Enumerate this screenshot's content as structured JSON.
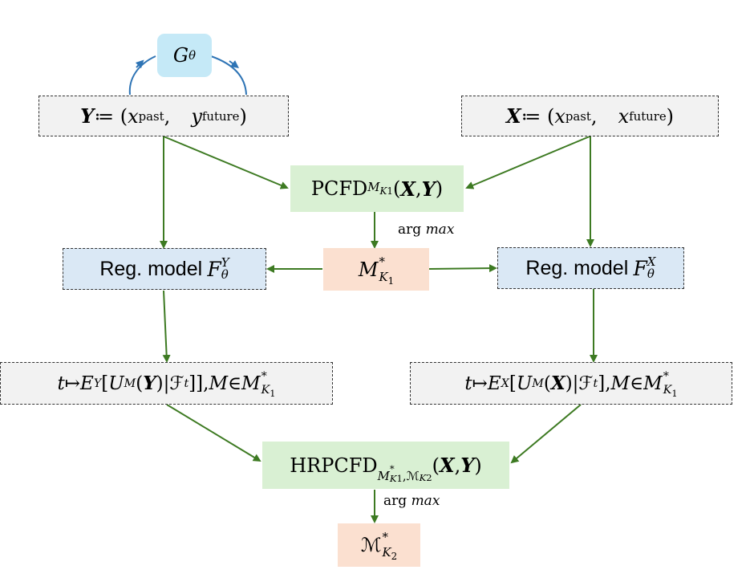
{
  "diagram": {
    "g_theta": {
      "base": "G",
      "sub": "θ"
    },
    "y_def": {
      "var": "Y",
      "assign": " ≔ (",
      "x": "x",
      "x_sub": "past",
      "sep": ",",
      "y": "y",
      "y_sub": "future",
      "close": ")"
    },
    "x_def": {
      "var": "X",
      "assign": " ≔ (",
      "x": "x",
      "x_sub": "past",
      "sep": ",",
      "y": "x",
      "y_sub": "future",
      "close": ")"
    },
    "pcfd": {
      "name": "PCFD",
      "sub_m": "M",
      "sub_k": "K",
      "sub_1": "1",
      "open": " (",
      "a": "X",
      "comma": ", ",
      "b": "Y",
      "close": ")"
    },
    "argmax_1": {
      "arg": "arg",
      "max": "max"
    },
    "m_star": {
      "base": "M",
      "sup": "*",
      "sub_k": "K",
      "sub_1": "1"
    },
    "reg_y": {
      "label": "Reg. model",
      "F": "F",
      "sup": "Y",
      "sub": "θ"
    },
    "reg_x": {
      "label": "Reg. model",
      "F": "F",
      "sup": "X",
      "sub": "θ"
    },
    "cond_y": {
      "t": "t",
      "mapsto": " ↦ ",
      "E": "E",
      "E_sub": "Y",
      "lb": "[",
      "U": "U",
      "U_sub": "M",
      "arg_open": "(",
      "arg": "Y",
      "arg_close": ")",
      "bar": "|",
      "F": "ℱ",
      "F_sub": "t",
      "rb": "]], ",
      "M": "M",
      "in": " ∈ ",
      "M2": "M",
      "M2_sup": "*",
      "M2_sub_k": "K",
      "M2_sub_1": "1"
    },
    "cond_x": {
      "t": "t",
      "mapsto": " ↦ ",
      "E": "E",
      "E_sub": "X",
      "lb": "[",
      "U": "U",
      "U_sub": "M",
      "arg_open": "(",
      "arg": "X",
      "arg_close": ")",
      "bar": "|",
      "F": "ℱ",
      "F_sub": "t",
      "rb": "], ",
      "M": "M",
      "in": " ∈ ",
      "M2": "M",
      "M2_sup": "*",
      "M2_sub_k": "K",
      "M2_sub_1": "1"
    },
    "hrpcfd": {
      "name": "HRPCFD",
      "s1": "M",
      "s1_sup": "*",
      "s1_k": "K",
      "s1_1": "1",
      "s_comma": ",",
      "s2": "ℳ",
      "s2_k": "K",
      "s2_2": "2",
      "open": " (",
      "a": "X",
      "comma": ", ",
      "b": "Y",
      "close": ")"
    },
    "argmax_2": {
      "arg": "arg",
      "max": "max"
    },
    "m_final": {
      "base": "ℳ",
      "sup": "*",
      "sub_k": "K",
      "sub_2": "2"
    }
  },
  "colors": {
    "arrow_green": "#3d7a22",
    "arrow_blue": "#2e74b5",
    "box_gray": "#f2f2f2",
    "box_blue": "#dae8f5",
    "box_green": "#d9f0d3",
    "box_salmon": "#fbe0d0",
    "box_gtheta": "#c5e9f7"
  }
}
